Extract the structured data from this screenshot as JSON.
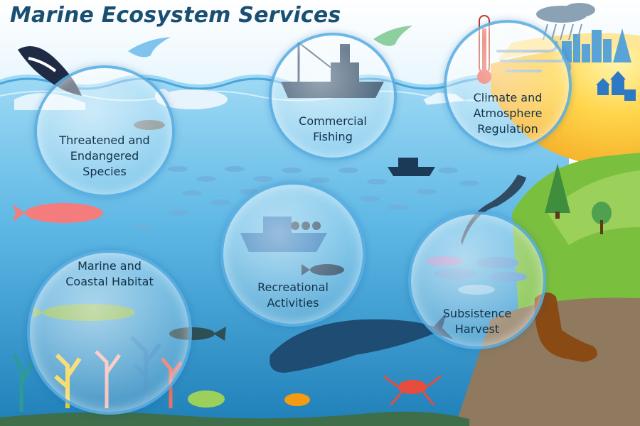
{
  "title": "Marine Ecosystem Services",
  "services": [
    {
      "name": "threatened",
      "lines": [
        "Threatened and",
        "Endangered",
        "Species"
      ]
    },
    {
      "name": "fishing",
      "lines": [
        "Commercial",
        "Fishing"
      ]
    },
    {
      "name": "climate",
      "lines": [
        "Climate and",
        "Atmosphere",
        "Regulation"
      ]
    },
    {
      "name": "habitat",
      "lines": [
        "Marine and",
        "Coastal Habitat"
      ]
    },
    {
      "name": "recreation",
      "lines": [
        "Recreational",
        "Activities"
      ]
    },
    {
      "name": "subsistence",
      "lines": [
        "Subsistence",
        "Harvest"
      ]
    }
  ],
  "colors": {
    "title": "#1b4f72",
    "water_top": "#8fd3f2",
    "water_bottom": "#1f7fb8",
    "land_green": "#7bbf3f",
    "seal_brown": "#8a4a14",
    "fish_pink": "#f47c7c",
    "bubble_ring": "#53aae1"
  },
  "icons": [
    "humpback-whale-icon",
    "albatross-icon",
    "beluga-icon",
    "manatee-icon",
    "fishing-boat-icon",
    "gull-icon",
    "iceberg-icon",
    "thermometer-icon",
    "wind-icon",
    "rain-cloud-icon",
    "city-skyline-icon",
    "houses-icon",
    "salmon-icon",
    "small-boat-icon",
    "fish-school-icon",
    "recreation-boat-icon",
    "seal-icon",
    "fish-group-icon",
    "trees-icon",
    "right-whale-icon",
    "shark-icon",
    "coral-reef-icon",
    "crab-icon",
    "flatfish-icon",
    "sea-lion-icon"
  ]
}
